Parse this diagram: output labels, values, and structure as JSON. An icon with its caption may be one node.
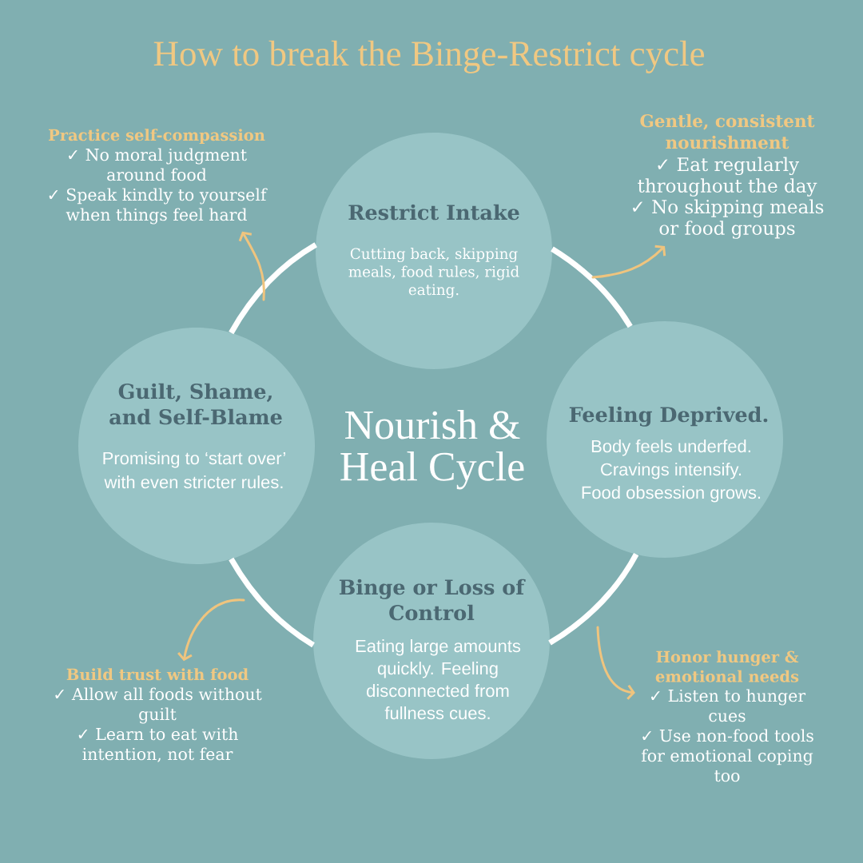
{
  "diagram": {
    "title": "How to break the Binge-Restrict cycle",
    "nodes": [
      {
        "text": [
          "Practice self-compassion",
          "✓ No moral judgment around food",
          "✓ Speak kindly to yourself when things feel hard"
        ]
      },
      {
        "text": [
          "Gentle, consistent nourishment",
          "✓ Eat regularly throughout the day",
          "✓ No skipping meals or food groups"
        ]
      },
      {
        "text": [
          "Restrict Intake",
          "Cutting back, skipping meals, food rules, rigid eating."
        ]
      },
      {
        "text": [
          "Guilt, Shame, and Self-Blame",
          "Promising to ‘start over’ with even stricter rules."
        ]
      },
      {
        "text": [
          "Feeling Deprived.",
          "Body feels underfed. Cravings intensify. Food obsession grows."
        ]
      },
      {
        "text": [
          "Binge or Loss of Control",
          "Eating large amounts quickly. Feeling disconnected from fullness cues."
        ]
      },
      {
        "text": [
          "Build trust with food",
          "✓ Allow all foods without guilt",
          "✓ Learn to eat with intention, not fear"
        ]
      },
      {
        "text": [
          "Honor hunger & emotional needs",
          "✓ Listen to hunger cues",
          "✓ Use non-food tools for emotional coping too"
        ]
      }
    ],
    "edges": [
      {
        "from": 2,
        "to": 4,
        "arrow": "none",
        "style": "thick"
      },
      {
        "from": 4,
        "to": 5,
        "arrow": "none",
        "style": "thick"
      },
      {
        "from": 5,
        "to": 3,
        "arrow": "none",
        "style": "thick"
      },
      {
        "from": 3,
        "to": 2,
        "arrow": "none",
        "style": "thick"
      },
      {
        "from": null,
        "to": 0,
        "arrow": "to",
        "color": "#efc47e"
      },
      {
        "from": null,
        "to": 1,
        "arrow": "to",
        "color": "#efc47e"
      },
      {
        "from": null,
        "to": 6,
        "arrow": "to",
        "color": "#efc47e"
      },
      {
        "from": null,
        "to": 7,
        "arrow": "to",
        "color": "#efc47e"
      }
    ],
    "labels": [
      "Nourish & Heal Cycle"
    ]
  }
}
